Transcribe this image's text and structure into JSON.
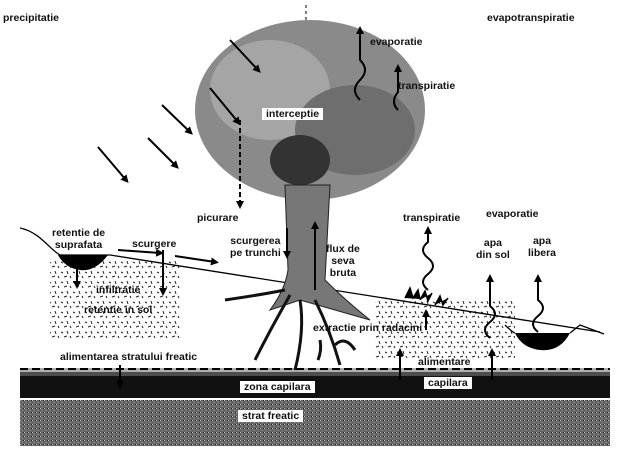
{
  "labels": {
    "precipitation": "precipitatie",
    "evapotranspiration": "evapotranspiratie",
    "tree_evaporation": "evaporatie",
    "tree_transpiration": "transpiratie",
    "interception": "interceptie",
    "dripping": "picurare",
    "surface_retention_1": "retentie de",
    "surface_retention_2": "suprafata",
    "runoff": "scurgere",
    "stemflow_1": "scurgerea",
    "stemflow_2": "pe trunchi",
    "sap_flow_1": "flux de",
    "sap_flow_2": "seva",
    "sap_flow_3": "bruta",
    "plant_transpiration": "transpiratie",
    "evaporation": "evaporatie",
    "soil_water_1": "apa",
    "soil_water_2": "din sol",
    "free_water_1": "apa",
    "free_water_2": "libera",
    "infiltration": "infiltratie",
    "soil_retention": "retentie in sol",
    "root_extraction": "extractie prin radacini",
    "capillary_supply_1": "alimentare",
    "capillary_supply_2": "capilara",
    "groundwater_recharge": "alimentarea stratului freatic",
    "capillary_zone": "zona capilara",
    "aquifer": "strat freatic"
  }
}
